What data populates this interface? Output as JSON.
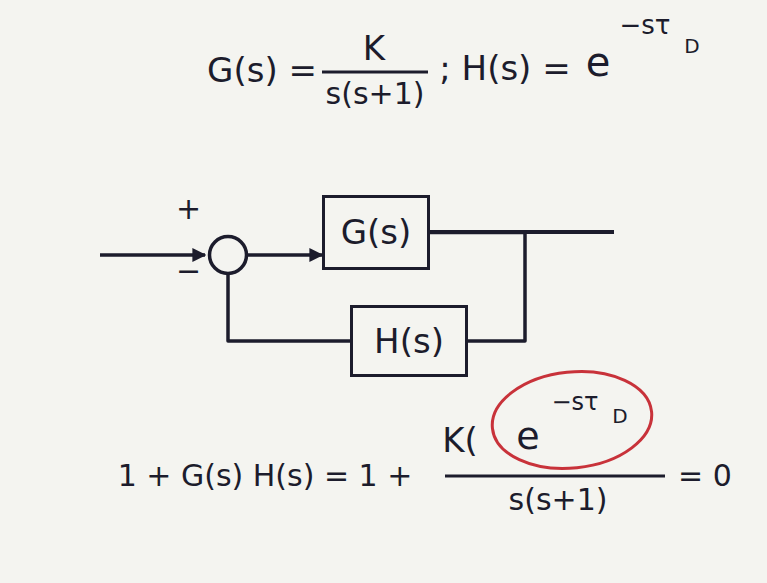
{
  "diagram": {
    "nodes": [
      {
        "text": [
          "+",
          "−"
        ]
      },
      {
        "text": [
          "G(s)"
        ]
      },
      {
        "text": [
          "H(s)"
        ]
      }
    ],
    "edges": [
      {
        "from": 0,
        "to": 1,
        "arrow": "to"
      },
      {
        "from": 1,
        "to": 2,
        "arrow": "none"
      },
      {
        "from": 2,
        "to": 0,
        "arrow": "none"
      }
    ],
    "labels": [
      "G(s) =",
      "K",
      "s(s+1)",
      "; H(s) =",
      "e",
      "−sτ",
      "D",
      "1 + G(s) H(s) = 1 +",
      "K(",
      "e",
      "−sτ",
      "D",
      "s(s+1)",
      "= 0"
    ]
  }
}
